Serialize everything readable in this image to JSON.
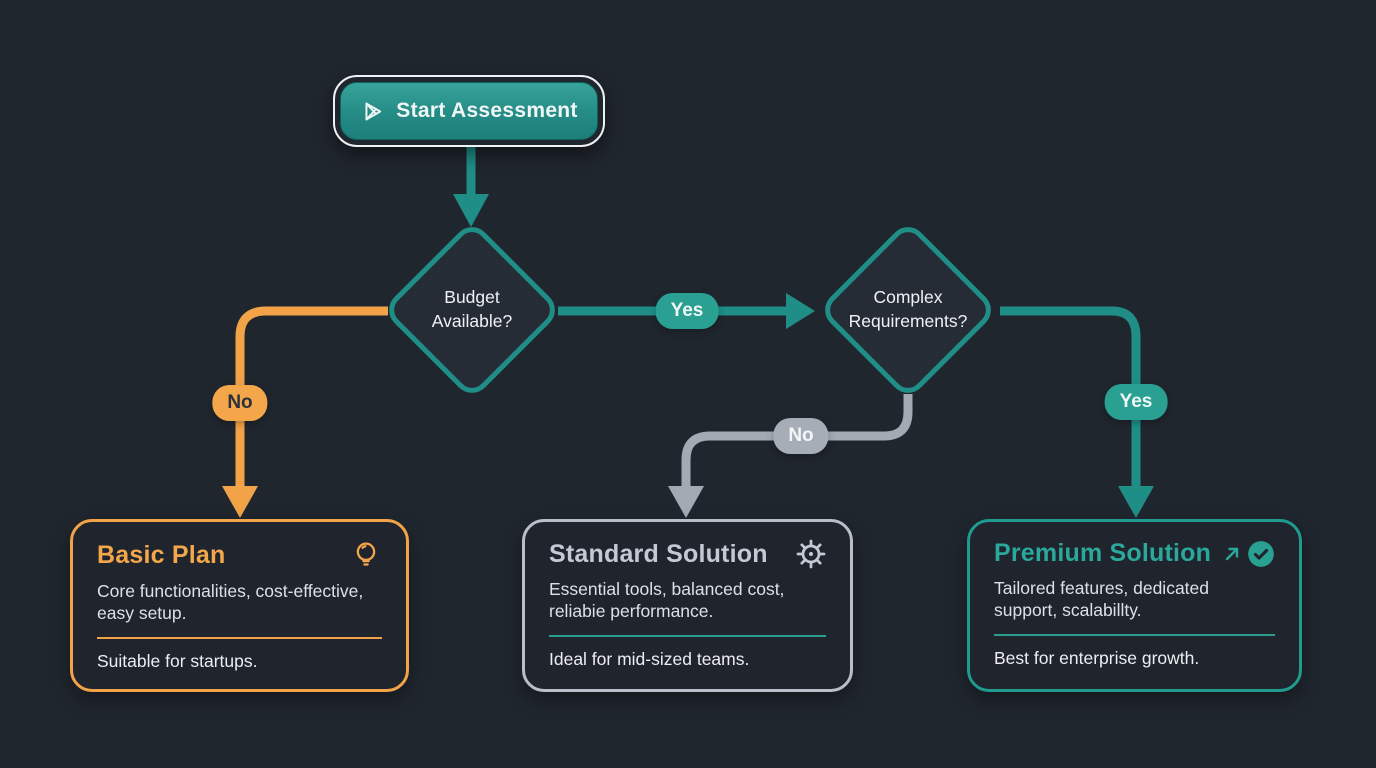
{
  "palette": {
    "background": "#20262e",
    "teal_line": "#1f8e87",
    "teal_pill": "#2aa092",
    "orange": "#f2a348",
    "gray": "#a2aab4",
    "white": "#eef2f4",
    "card_background": "#1f242d"
  },
  "start_node": {
    "label": "Start Assessment",
    "icon": "play-icon"
  },
  "decisions": {
    "budget": {
      "line1": "Budget",
      "line2": "Available?"
    },
    "complex": {
      "line1": "Complex",
      "line2": "Requirements?"
    }
  },
  "edge_labels": {
    "budget_yes": "Yes",
    "budget_no": "No",
    "complex_no": "No",
    "complex_yes": "Yes"
  },
  "outcomes": [
    {
      "title": "Basic Plan",
      "icon": "lightbulb-icon",
      "description": "Core functionalities, cost-effective, easy setup.",
      "footer": "Suitable for startups.",
      "accent": "#f2a348"
    },
    {
      "title": "Standard Solution",
      "icon": "gear-icon",
      "description": "Essential tools, balanced cost, reliabie performance.",
      "footer": "Ideal for mid-sized teams.",
      "accent": "#b9bfc9"
    },
    {
      "title": "Premium Solution",
      "icons": [
        "arrow-up-right-icon",
        "check-circle-icon"
      ],
      "description": "Tailored features, dedicated support, scalabillty.",
      "footer": "Best for enterprise growth.",
      "accent": "#1f9b90"
    }
  ]
}
